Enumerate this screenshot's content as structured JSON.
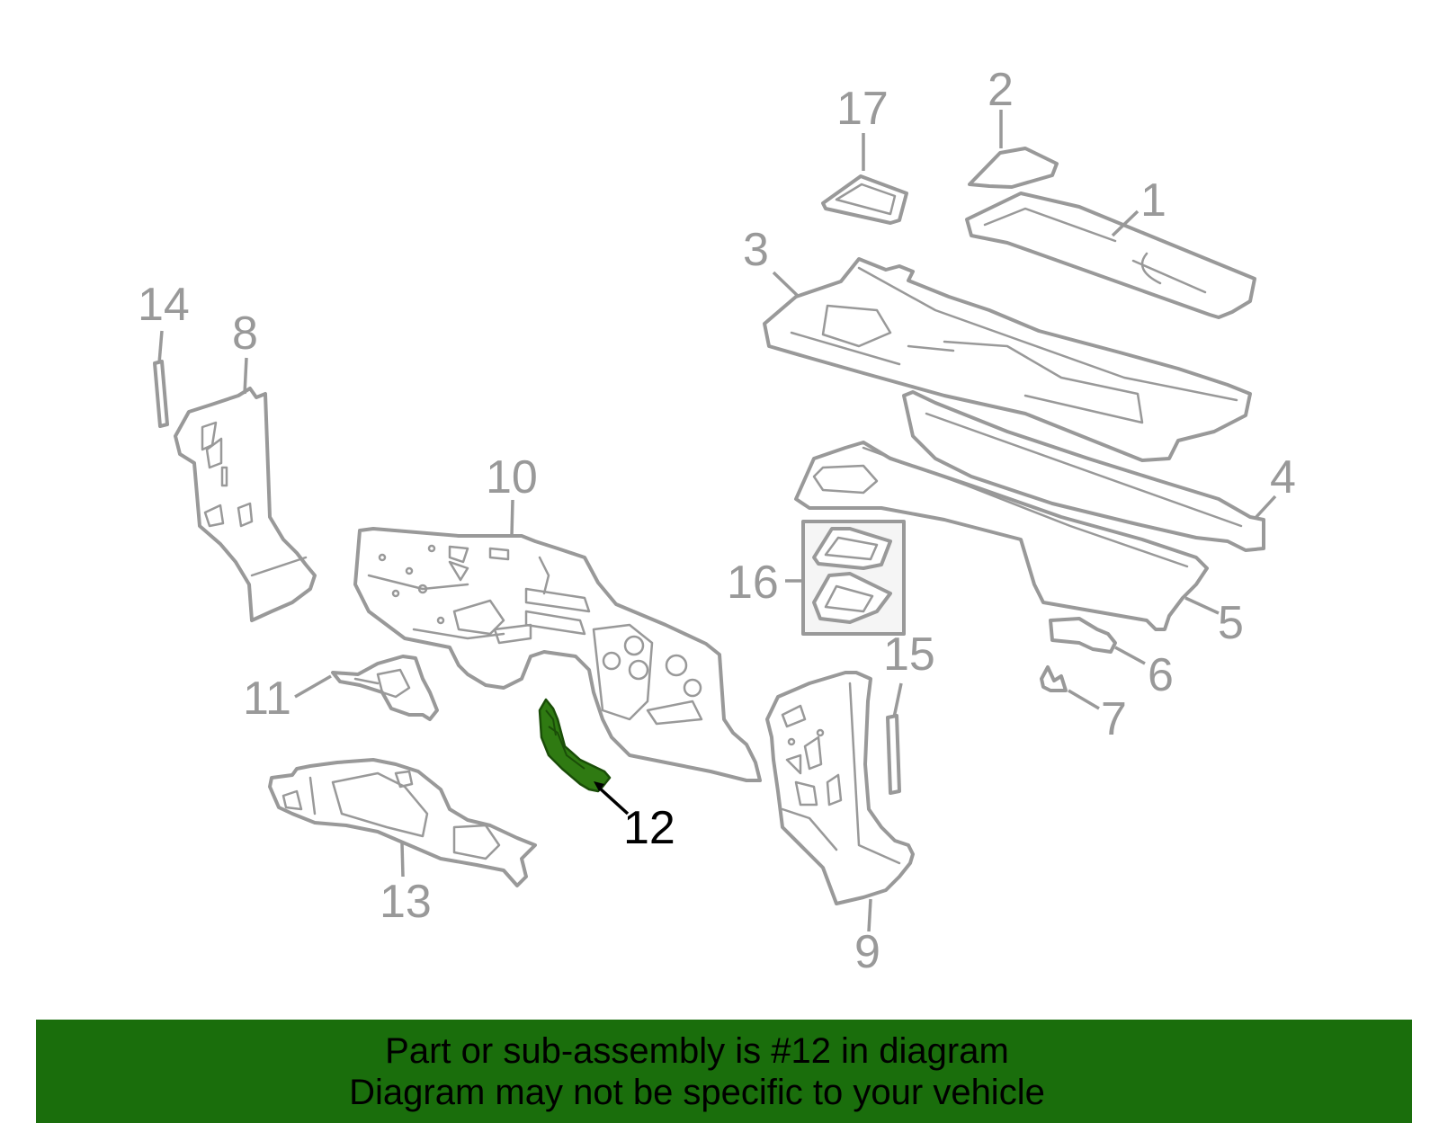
{
  "highlight_part": "12",
  "callouts": {
    "c1": "1",
    "c2": "2",
    "c3": "3",
    "c4": "4",
    "c5": "5",
    "c6": "6",
    "c7": "7",
    "c8": "8",
    "c9": "9",
    "c10": "10",
    "c11": "11",
    "c12": "12",
    "c13": "13",
    "c14": "14",
    "c15": "15",
    "c16": "16",
    "c17": "17"
  },
  "banner": {
    "line1": "Part or sub-assembly is #12 in diagram",
    "line2": "Diagram may not be specific to your vehicle"
  },
  "colors": {
    "part_outline": "#999999",
    "highlight_fill": "#2f7a12",
    "banner_bg": "#1a6e0c"
  }
}
